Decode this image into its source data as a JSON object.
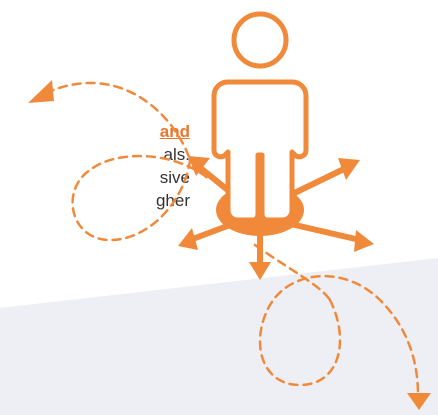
{
  "text_fragment": {
    "link_text": "and",
    "lines": [
      "als.",
      "sive",
      "gher"
    ]
  },
  "colors": {
    "accent": "#f08a3a",
    "accent_dark": "#e8772e",
    "figure_stroke": "#f08a3a",
    "text": "#333333",
    "background_band": "#eeeef5"
  },
  "icons": [
    "person-icon",
    "arrow-icon"
  ]
}
